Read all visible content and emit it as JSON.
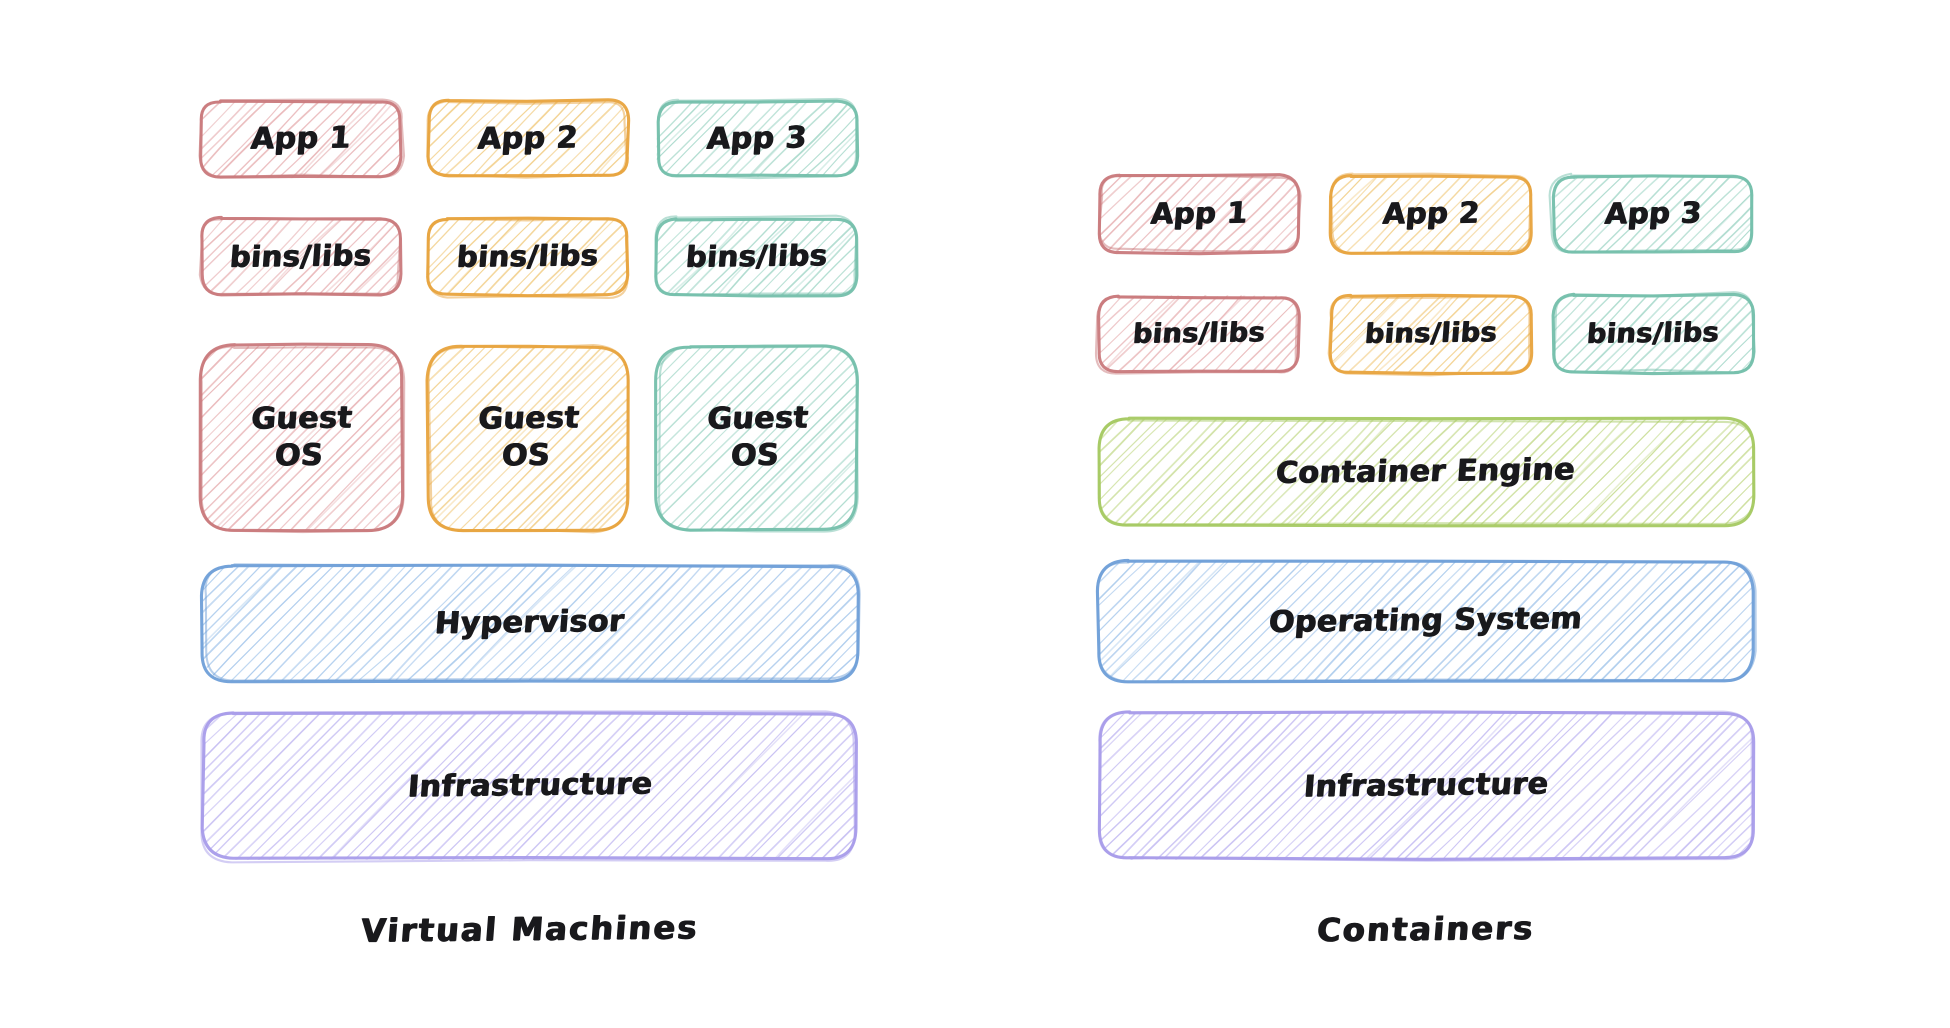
{
  "diagram": {
    "title": "Virtual Machines vs Containers architecture comparison",
    "background": "#ffffff",
    "palette": {
      "red": "#c9797c",
      "red_fill": "#e8b4b6",
      "yellow": "#e8a33d",
      "yellow_fill": "#f2cf8a",
      "teal": "#74bfab",
      "teal_fill": "#a8d9cb",
      "blue": "#6f9fd8",
      "blue_fill": "#a9c9ec",
      "purple": "#a89cea",
      "purple_fill": "#c4bcf2",
      "green": "#a5c962",
      "green_fill": "#c9dd96",
      "ink": "#19191c"
    }
  },
  "panels": [
    {
      "id": "virtual-machines",
      "caption": "Virtual Machines",
      "columns": [
        {
          "id": "vm-stack-1",
          "color": "red",
          "app": "App 1",
          "bins": "bins/libs",
          "guest_os": "Guest\nOS"
        },
        {
          "id": "vm-stack-2",
          "color": "yellow",
          "app": "App 2",
          "bins": "bins/libs",
          "guest_os": "Guest\nOS"
        },
        {
          "id": "vm-stack-3",
          "color": "teal",
          "app": "App 3",
          "bins": "bins/libs",
          "guest_os": "Guest\nOS"
        }
      ],
      "layers": [
        {
          "id": "hypervisor",
          "label": "Hypervisor",
          "color": "blue"
        },
        {
          "id": "infrastructure",
          "label": "Infrastructure",
          "color": "purple"
        }
      ]
    },
    {
      "id": "containers",
      "caption": "Containers",
      "columns": [
        {
          "id": "ct-stack-1",
          "color": "red",
          "app": "App 1",
          "bins": "bins/libs"
        },
        {
          "id": "ct-stack-2",
          "color": "yellow",
          "app": "App 2",
          "bins": "bins/libs"
        },
        {
          "id": "ct-stack-3",
          "color": "teal",
          "app": "App 3",
          "bins": "bins/libs"
        }
      ],
      "layers": [
        {
          "id": "container-engine",
          "label": "Container Engine",
          "color": "green"
        },
        {
          "id": "operating-system",
          "label": "Operating System",
          "color": "blue"
        },
        {
          "id": "infrastructure",
          "label": "Infrastructure",
          "color": "purple"
        }
      ]
    }
  ]
}
